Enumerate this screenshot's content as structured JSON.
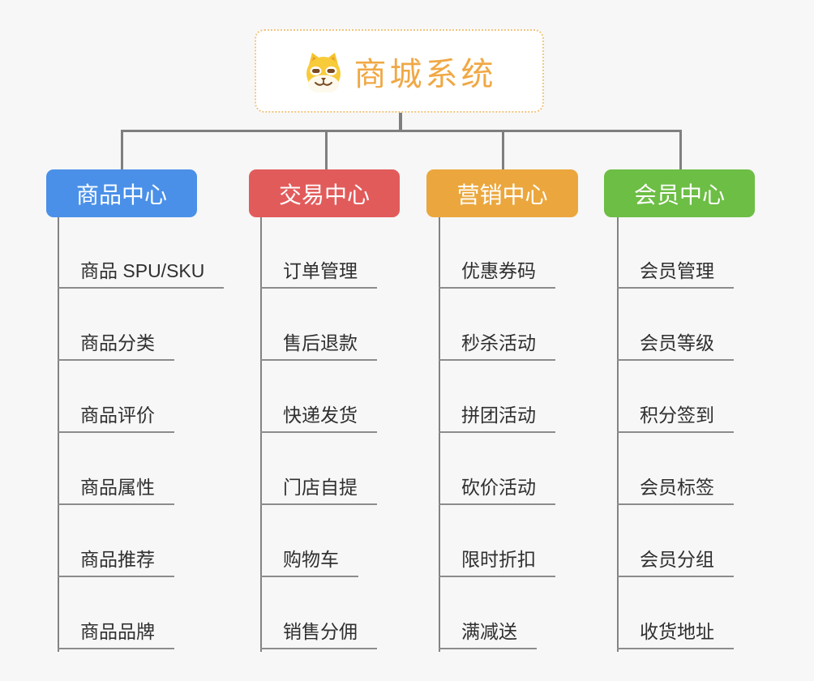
{
  "root": {
    "title": "商城系统",
    "icon": "shiba-dog-icon"
  },
  "branches": [
    {
      "label": "商品中心",
      "color": "#4a90e8",
      "children": [
        "商品 SPU/SKU",
        "商品分类",
        "商品评价",
        "商品属性",
        "商品推荐",
        "商品品牌"
      ]
    },
    {
      "label": "交易中心",
      "color": "#e25b5b",
      "children": [
        "订单管理",
        "售后退款",
        "快递发货",
        "门店自提",
        "购物车",
        "销售分佣"
      ]
    },
    {
      "label": "营销中心",
      "color": "#eba73d",
      "children": [
        "优惠券码",
        "秒杀活动",
        "拼团活动",
        "砍价活动",
        "限时折扣",
        "满减送"
      ]
    },
    {
      "label": "会员中心",
      "color": "#6cbe44",
      "children": [
        "会员管理",
        "会员等级",
        "积分签到",
        "会员标签",
        "会员分组",
        "收货地址"
      ]
    }
  ],
  "style_colors": {
    "background": "#f7f7f7",
    "root_border": "#f2c57f",
    "root_text": "#f0a845",
    "connector": "#7f7f7f",
    "leaf_underline": "#8c8c8c",
    "leaf_text": "#2f2f2f"
  }
}
